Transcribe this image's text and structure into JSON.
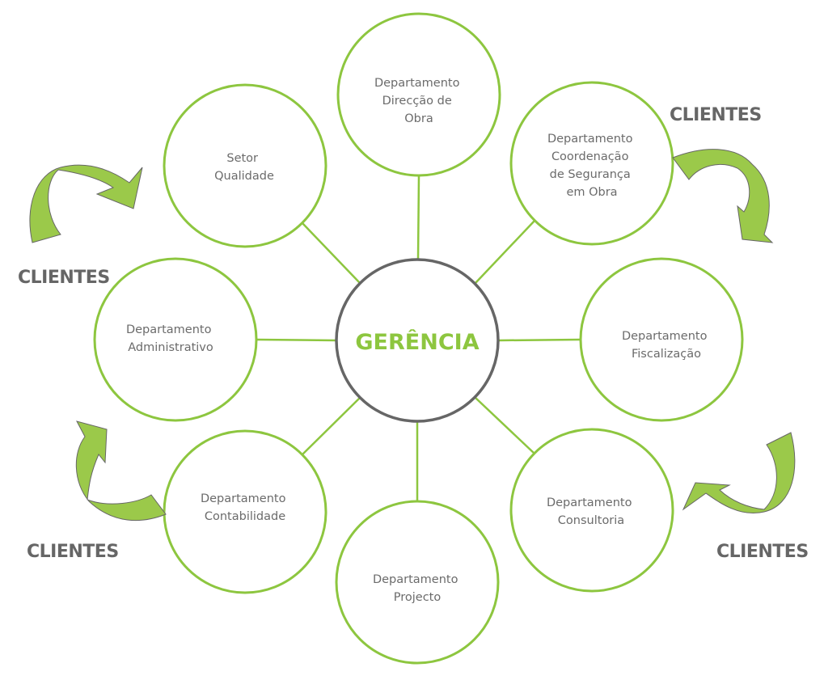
{
  "colors": {
    "accent_green": "#8dc63f",
    "center_border": "#666666",
    "node_text": "#6b6b6b",
    "arrow_fill": "#9bc94a",
    "arrow_stroke": "#666666",
    "label_gray": "#666666"
  },
  "center": {
    "label": "GERÊNCIA"
  },
  "nodes": [
    {
      "id": "direccao-obra",
      "lines": [
        "Departamento",
        "Direcção de",
        "Obra"
      ]
    },
    {
      "id": "coordenacao-seguranca",
      "lines": [
        "Departamento",
        "Coordenação",
        "de Segurança",
        "em Obra"
      ]
    },
    {
      "id": "fiscalizacao",
      "lines": [
        "Departamento",
        "Fiscalização"
      ]
    },
    {
      "id": "consultoria",
      "lines": [
        "Departamento",
        "Consultoria"
      ]
    },
    {
      "id": "projecto",
      "lines": [
        "Departamento",
        "Projecto"
      ]
    },
    {
      "id": "contabilidade",
      "lines": [
        "Departamento",
        "Contabilidade"
      ]
    },
    {
      "id": "administrativo",
      "lines": [
        "Departamento",
        "Administrativo"
      ]
    },
    {
      "id": "qualidade",
      "lines": [
        "Setor",
        "Qualidade"
      ]
    }
  ],
  "clients_labels": [
    {
      "id": "top-right",
      "text": "CLIENTES"
    },
    {
      "id": "left",
      "text": "CLIENTES"
    },
    {
      "id": "bottom-left",
      "text": "CLIENTES"
    },
    {
      "id": "bottom-right",
      "text": "CLIENTES"
    }
  ]
}
